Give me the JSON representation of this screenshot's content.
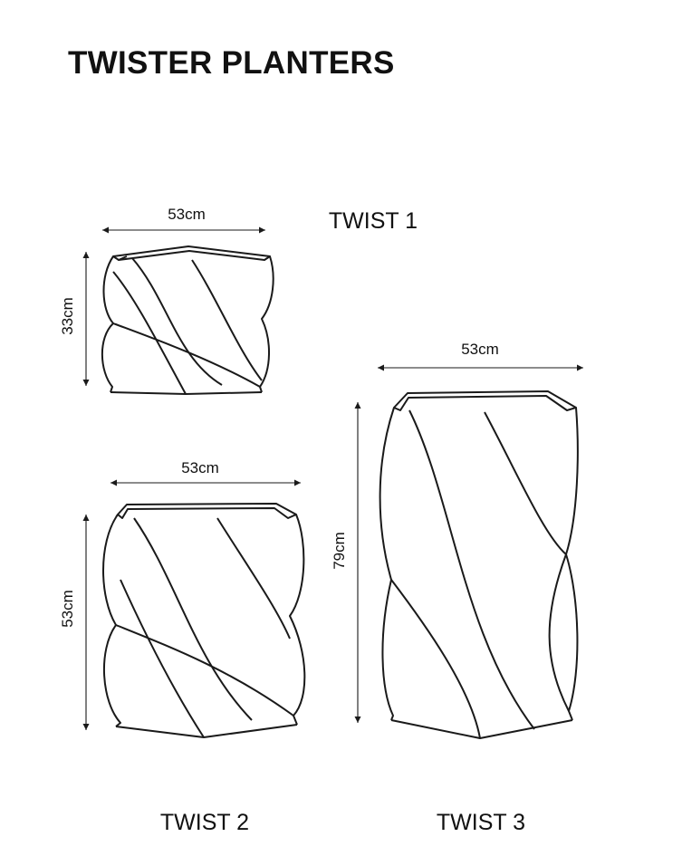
{
  "title": "TWISTER PLANTERS",
  "planters": [
    {
      "name": "TWIST 1",
      "width_label": "53cm",
      "height_label": "33cm"
    },
    {
      "name": "TWIST 2",
      "width_label": "53cm",
      "height_label": "53cm"
    },
    {
      "name": "TWIST 3",
      "width_label": "53cm",
      "height_label": "79cm"
    }
  ],
  "colors": {
    "line": "#1a1a1a",
    "background": "#ffffff"
  }
}
